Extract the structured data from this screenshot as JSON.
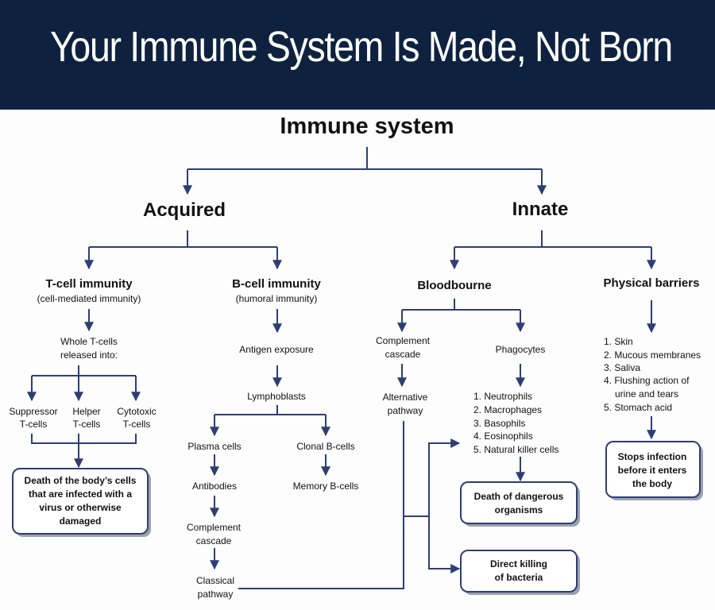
{
  "banner": {
    "title": "Your Immune System Is Made, Not Born"
  },
  "colors": {
    "banner_bg": "#0e2240",
    "connector": "#2d3e75"
  },
  "diagram": {
    "root": "Immune system",
    "acquired": {
      "title": "Acquired",
      "tcell": {
        "title": "T-cell immunity",
        "subtitle": "(cell-mediated immunity)",
        "released": [
          "Whole T-cells",
          "released into:"
        ],
        "types": [
          [
            "Suppressor",
            "T-cells"
          ],
          [
            "Helper",
            "T-cells"
          ],
          [
            "Cytotoxic",
            "T-cells"
          ]
        ],
        "outcome": [
          "Death of the body’s cells",
          "that are infected with a",
          "virus or otherwise",
          "damaged"
        ]
      },
      "bcell": {
        "title": "B-cell immunity",
        "subtitle": "(humoral immunity)",
        "antigen": "Antigen exposure",
        "lymphoblasts": "Lymphoblasts",
        "plasma": "Plasma cells",
        "antibodies": "Antibodies",
        "complement": [
          "Complement",
          "cascade"
        ],
        "classical": [
          "Classical",
          "pathway"
        ],
        "clonal": "Clonal B-cells",
        "memory": "Memory B-cells"
      }
    },
    "innate": {
      "title": "Innate",
      "bloodbourne": {
        "title": "Bloodbourne",
        "complement": [
          "Complement",
          "cascade"
        ],
        "alternative": [
          "Alternative",
          "pathway"
        ],
        "phagocytes": "Phagocytes",
        "phagocyte_list": [
          "1. Neutrophils",
          "2. Macrophages",
          "3. Basophils",
          "4. Eosinophils",
          "5. Natural killer cells"
        ],
        "death": [
          "Death of dangerous",
          "organisms"
        ],
        "direct": [
          "Direct killing",
          "of bacteria"
        ]
      },
      "barriers": {
        "title": "Physical barriers",
        "list": [
          "1. Skin",
          "2. Mucous membranes",
          "3. Saliva",
          "4. Flushing action of",
          "urine and tears",
          "5. Stomach acid"
        ],
        "outcome": [
          "Stops infection",
          "before it enters",
          "the body"
        ]
      }
    }
  }
}
